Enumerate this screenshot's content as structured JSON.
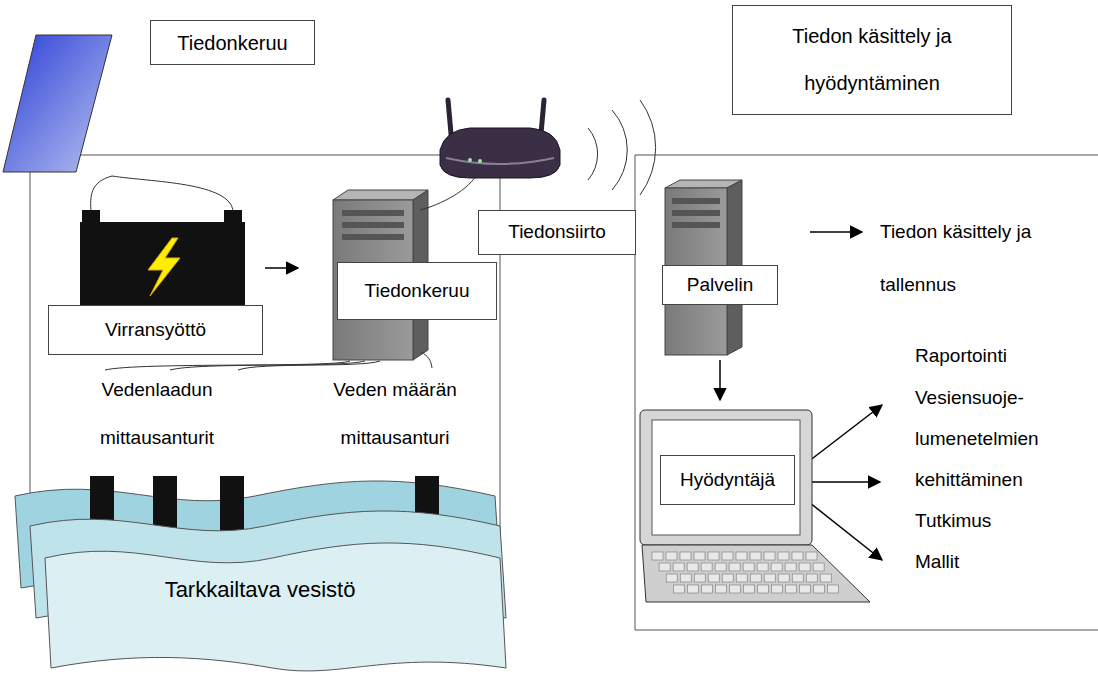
{
  "diagram": {
    "nodes": [
      {
        "text": [
          "Tiedonkeruu"
        ]
      },
      {
        "text": [
          "Tiedon käsittely ja hyödyntäminen"
        ]
      },
      {
        "text": [
          "Virransyöttö"
        ]
      },
      {
        "text": [
          "Tiedonkeruu"
        ]
      },
      {
        "text": [
          "Tiedonsiirto"
        ]
      },
      {
        "text": [
          "Palvelin"
        ]
      },
      {
        "text": [
          "Hyödyntäjä"
        ]
      },
      {
        "text": [
          "Tarkkailtava vesistö"
        ]
      }
    ],
    "labels": [
      "Vedenlaadun mittausanturit",
      "Veden määrän mittausanturi",
      "Tiedon käsittely ja tallennus",
      "Raportointi",
      "Vesiensuoje- lumenetelmien kehittäminen",
      "Tutkimus",
      "Mallit"
    ]
  }
}
